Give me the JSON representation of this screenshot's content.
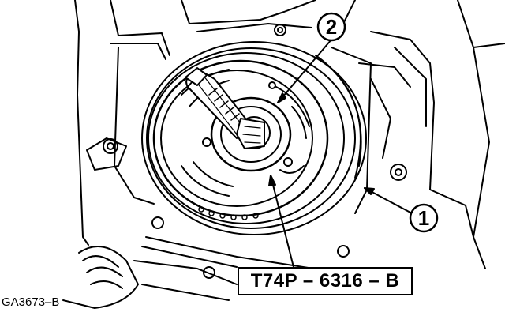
{
  "callouts": [
    {
      "number": "1",
      "target": "crankshaft-damper"
    },
    {
      "number": "2",
      "target": "damper-bolt"
    }
  ],
  "tool_label": "T74P – 6316 – B",
  "figure_id": "GA3673–B",
  "colors": {
    "ink": "#000000",
    "paper": "#ffffff"
  }
}
